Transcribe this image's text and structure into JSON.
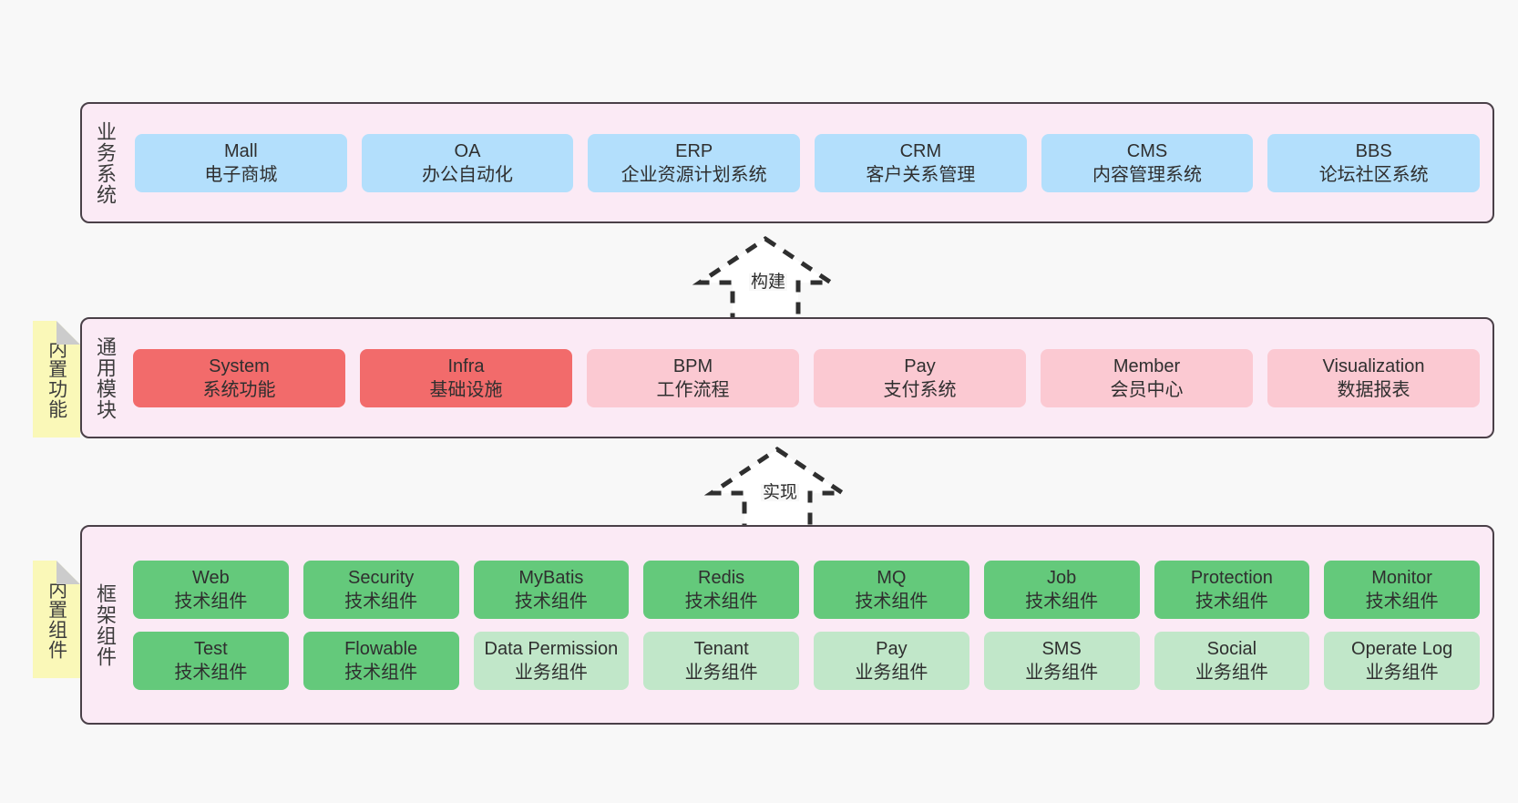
{
  "diagram": {
    "background_color": "#f8f8f8",
    "band_fill": "#fbeaf5",
    "band_border": "#4a4048",
    "note_fill": "#faf8b8"
  },
  "bands": {
    "business": {
      "title": "业务系统",
      "cells": [
        {
          "en": "Mall",
          "cn": "电子商城",
          "color": "#b3dffc"
        },
        {
          "en": "OA",
          "cn": "办公自动化",
          "color": "#b3dffc"
        },
        {
          "en": "ERP",
          "cn": "企业资源计划系统",
          "color": "#b3dffc"
        },
        {
          "en": "CRM",
          "cn": "客户关系管理",
          "color": "#b3dffc"
        },
        {
          "en": "CMS",
          "cn": "内容管理系统",
          "color": "#b3dffc"
        },
        {
          "en": "BBS",
          "cn": "论坛社区系统",
          "color": "#b3dffc"
        }
      ]
    },
    "common": {
      "title": "通用模块",
      "note": "内置功能",
      "cells": [
        {
          "en": "System",
          "cn": "系统功能",
          "color": "#f26b6b"
        },
        {
          "en": "Infra",
          "cn": "基础设施",
          "color": "#f26b6b"
        },
        {
          "en": "BPM",
          "cn": "工作流程",
          "color": "#fbc9d2"
        },
        {
          "en": "Pay",
          "cn": "支付系统",
          "color": "#fbc9d2"
        },
        {
          "en": "Member",
          "cn": "会员中心",
          "color": "#fbc9d2"
        },
        {
          "en": "Visualization",
          "cn": "数据报表",
          "color": "#fbc9d2"
        }
      ]
    },
    "framework": {
      "title": "框架组件",
      "note": "内置组件",
      "row1": [
        {
          "en": "Web",
          "cn": "技术组件",
          "color": "#64c97b"
        },
        {
          "en": "Security",
          "cn": "技术组件",
          "color": "#64c97b"
        },
        {
          "en": "MyBatis",
          "cn": "技术组件",
          "color": "#64c97b"
        },
        {
          "en": "Redis",
          "cn": "技术组件",
          "color": "#64c97b"
        },
        {
          "en": "MQ",
          "cn": "技术组件",
          "color": "#64c97b"
        },
        {
          "en": "Job",
          "cn": "技术组件",
          "color": "#64c97b"
        },
        {
          "en": "Protection",
          "cn": "技术组件",
          "color": "#64c97b"
        },
        {
          "en": "Monitor",
          "cn": "技术组件",
          "color": "#64c97b"
        }
      ],
      "row2": [
        {
          "en": "Test",
          "cn": "技术组件",
          "color": "#64c97b"
        },
        {
          "en": "Flowable",
          "cn": "技术组件",
          "color": "#64c97b"
        },
        {
          "en": "Data Permission",
          "cn": "业务组件",
          "color": "#c1e7c9"
        },
        {
          "en": "Tenant",
          "cn": "业务组件",
          "color": "#c1e7c9"
        },
        {
          "en": "Pay",
          "cn": "业务组件",
          "color": "#c1e7c9"
        },
        {
          "en": "SMS",
          "cn": "业务组件",
          "color": "#c1e7c9"
        },
        {
          "en": "Social",
          "cn": "业务组件",
          "color": "#c1e7c9"
        },
        {
          "en": "Operate Log",
          "cn": "业务组件",
          "color": "#c1e7c9"
        }
      ]
    }
  },
  "arrows": [
    {
      "label": "构建",
      "direction": "up",
      "style": "dashed-block-arrow"
    },
    {
      "label": "实现",
      "direction": "up",
      "style": "dashed-block-arrow"
    }
  ]
}
